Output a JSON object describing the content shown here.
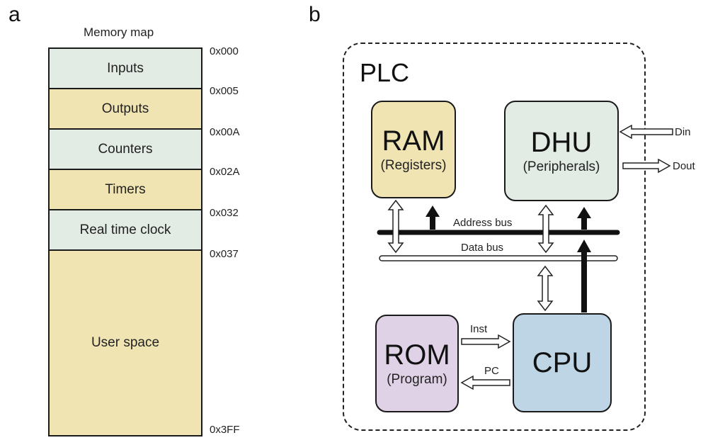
{
  "panels": {
    "a": "a",
    "b": "b"
  },
  "memory_map": {
    "title": "Memory map",
    "segments": [
      "Inputs",
      "Outputs",
      "Counters",
      "Timers",
      "Real time clock",
      "User space"
    ],
    "addresses": [
      "0x000",
      "0x005",
      "0x00A",
      "0x02A",
      "0x032",
      "0x037",
      "0x3FF"
    ]
  },
  "plc": {
    "title": "PLC",
    "ram": {
      "name": "RAM",
      "sub": "(Registers)"
    },
    "dhu": {
      "name": "DHU",
      "sub": "(Peripherals)"
    },
    "rom": {
      "name": "ROM",
      "sub": "(Program)"
    },
    "cpu": {
      "name": "CPU"
    },
    "address_bus": "Address bus",
    "data_bus": "Data bus",
    "din": "Din",
    "dout": "Dout",
    "inst": "Inst",
    "pc": "PC"
  },
  "colors": {
    "green_segment": "#e2ebe4",
    "tan_segment": "#f1e4b3",
    "rom": "#e0d2e6",
    "cpu": "#bed5e6"
  }
}
